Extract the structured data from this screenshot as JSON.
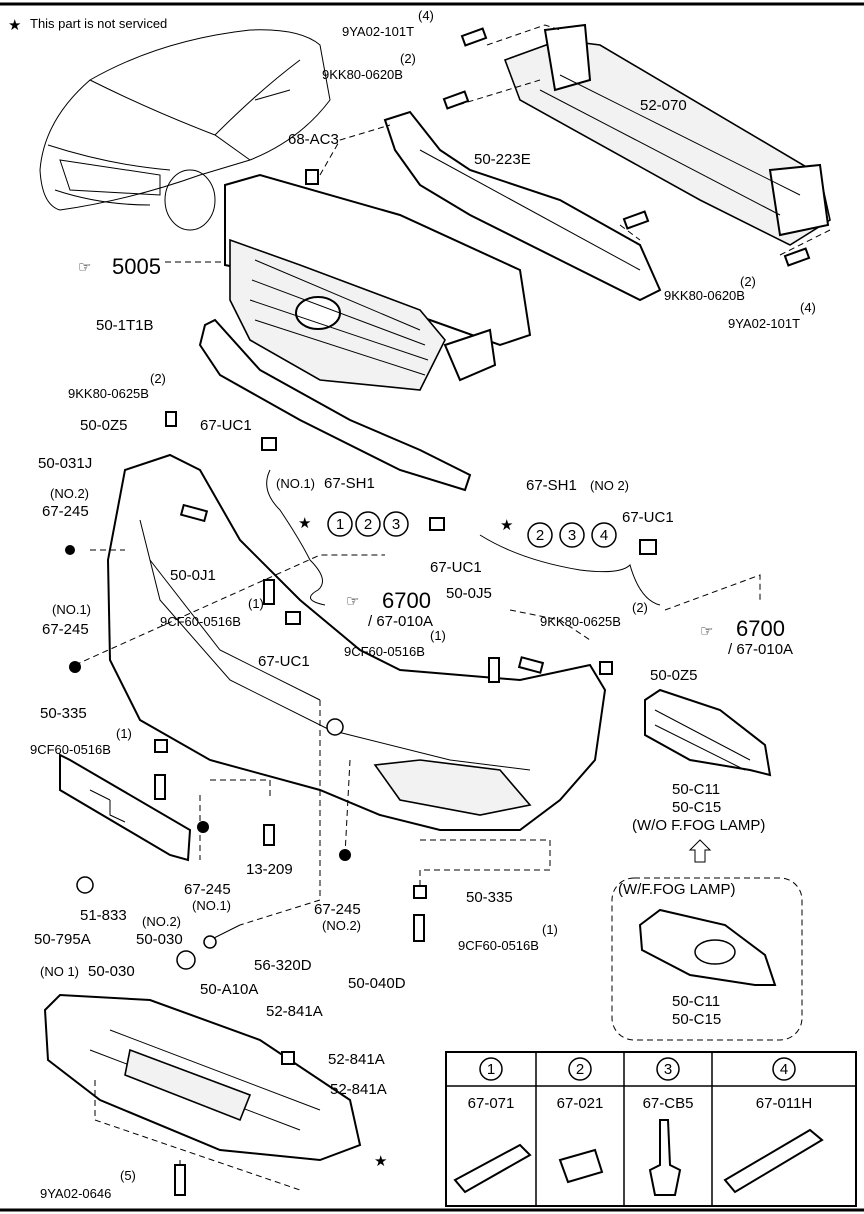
{
  "note": {
    "star": "★",
    "text": "This part is not serviced"
  },
  "parts": {
    "9ya02_101t_top": {
      "qty": "(4)",
      "num": "9YA02-101T"
    },
    "9kk80_0620b_top": {
      "qty": "(2)",
      "num": "9KK80-0620B"
    },
    "52_070": "52-070",
    "68_ac3": "68-AC3",
    "50_223e": "50-223E",
    "ref_5005": "5005",
    "9kk80_0620b_r": {
      "qty": "(2)",
      "num": "9KK80-0620B"
    },
    "9ya02_101t_r": {
      "qty": "(4)",
      "num": "9YA02-101T"
    },
    "50_1t1b": "50-1T1B",
    "9kk80_0625b_l": {
      "qty": "(2)",
      "num": "9KK80-0625B"
    },
    "50_0z5_l": "50-0Z5",
    "67_uc1_top": "67-UC1",
    "50_031j": "50-031J",
    "67_245_no2_l": {
      "qty": "(NO.2)",
      "num": "67-245"
    },
    "67_sh1_no1": {
      "tag": "(NO.1)",
      "num": "67-SH1"
    },
    "67_sh1_no2": {
      "tag": "(NO 2)",
      "num": "67-SH1"
    },
    "67_uc1_mid": "67-UC1",
    "67_uc1_r": "67-UC1",
    "50_0j1": "50-0J1",
    "ref_6700_l": {
      "num": "6700",
      "sub": "/ 67-010A"
    },
    "ref_6700_r": {
      "num": "6700",
      "sub": "/ 67-010A"
    },
    "50_0j5": "50-0J5",
    "9kk80_0625b_r": {
      "qty": "(2)",
      "num": "9KK80-0625B"
    },
    "67_245_no1_l": {
      "qty": "(NO.1)",
      "num": "67-245"
    },
    "9cf60_0516b_a": {
      "qty": "(1)",
      "num": "9CF60-0516B"
    },
    "9cf60_0516b_b": {
      "qty": "(1)",
      "num": "9CF60-0516B"
    },
    "67_uc1_low": "67-UC1",
    "50_0z5_r": "50-0Z5",
    "50_335_l": "50-335",
    "9cf60_0516b_c": {
      "qty": "(1)",
      "num": "9CF60-0516B"
    },
    "fog_cover": {
      "a": "50-C11",
      "b": "50-C15",
      "note": "(W/O F.FOG LAMP)"
    },
    "67_245_no1_b": {
      "num": "67-245",
      "qty": "(NO.1)"
    },
    "13_209": "13-209",
    "67_245_no2_b": {
      "num": "67-245",
      "qty": "(NO.2)"
    },
    "50_335_b": "50-335",
    "9cf60_0516b_d": {
      "qty": "(1)",
      "num": "9CF60-0516B"
    },
    "51_833": "51-833",
    "50_795a": "50-795A",
    "50_030_no2": {
      "tag": "(NO.2)",
      "num": "50-030"
    },
    "50_030_no1": {
      "tag": "(NO 1)",
      "num": "50-030"
    },
    "56_320d": "56-320D",
    "50_a10a": "50-A10A",
    "fog_lamp_box": {
      "title": "(W/F.FOG LAMP)",
      "a": "50-C11",
      "b": "50-C15"
    },
    "50_040d": "50-040D",
    "52_841a_1": "52-841A",
    "52_841a_2": "52-841A",
    "52_841a_3": "52-841A",
    "9ya02_0646": {
      "qty": "(5)",
      "num": "9YA02-0646"
    }
  },
  "legend": [
    {
      "index": "1",
      "num": "67-071"
    },
    {
      "index": "2",
      "num": "67-021"
    },
    {
      "index": "3",
      "num": "67-CB5"
    },
    {
      "index": "4",
      "num": "67-011H"
    }
  ],
  "sh1_no1_circles": [
    "1",
    "2",
    "3"
  ],
  "sh1_no2_circles": [
    "2",
    "3",
    "4"
  ]
}
